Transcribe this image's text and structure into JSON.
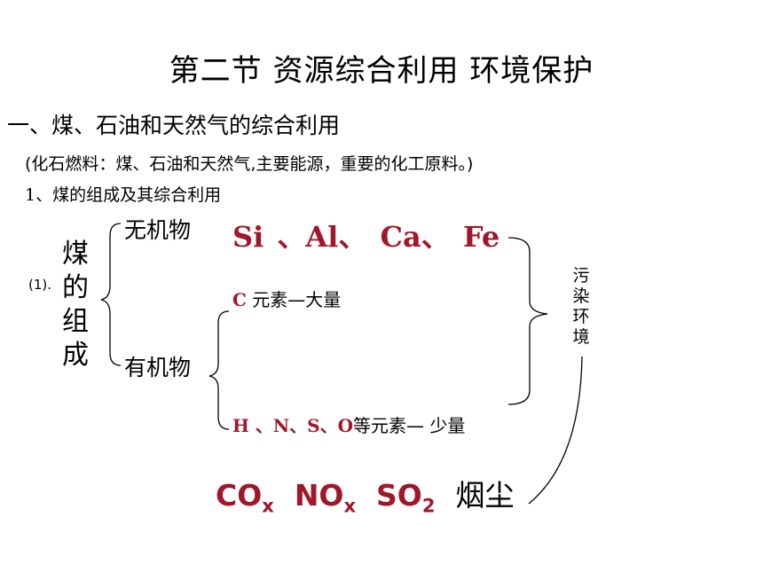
{
  "title": "第二节  资源综合利用    环境保护",
  "section_heading": "一、煤、石油和天然气的综合利用",
  "note": "(化石燃料：煤、石油和天然气,主要能源，重要的化工原料。)",
  "subheading": "1、煤的组成及其综合利用",
  "item_number": "(1).",
  "coal_composition_chars": [
    "煤",
    "的",
    "组",
    "成"
  ],
  "inorganic_label": "无机物",
  "organic_label": "有机物",
  "inorganic_elements": "Si 、Al、  Ca、  Fe",
  "carbon_line": {
    "symbol": "C",
    "text": " 元素—大量"
  },
  "minor_elements_line": {
    "symbols": "H 、N、S、O",
    "text": "等元素— 少量"
  },
  "pollute_chars": [
    "污",
    "染",
    "环",
    "境"
  ],
  "emissions": {
    "co_base": "CO",
    "co_sub": "x",
    "no_base": "NO",
    "no_sub": "x",
    "so_base": "SO",
    "so_sub": "2",
    "dust": "烟尘"
  },
  "colors": {
    "accent_red": "#a0172a",
    "text": "#000000",
    "background": "#ffffff"
  }
}
